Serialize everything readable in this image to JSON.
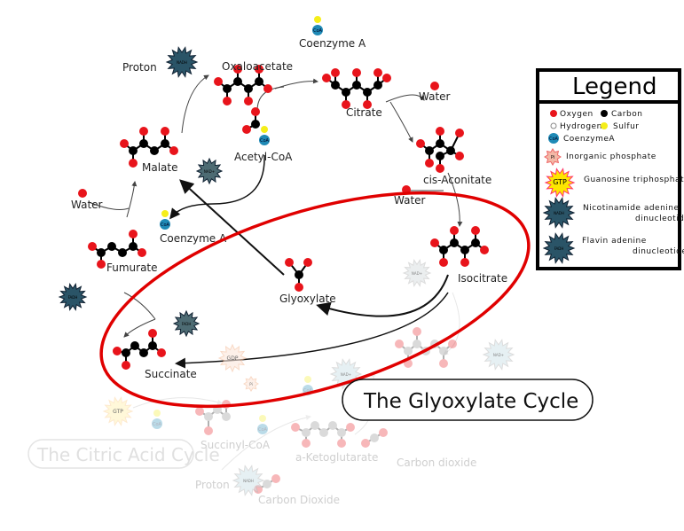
{
  "title": "The Glyoxylate Cycle",
  "faded_title": "The Citric Acid Cycle",
  "molecules": {
    "proton": "Proton",
    "oxaloacetate": "Oxaloacetate",
    "coenzyme_a_top": "Coenzyme A",
    "citrate": "Citrate",
    "water_top": "Water",
    "malate": "Malate",
    "acetyl_coa": "Acetyl-CoA",
    "cis_aconitate": "cis-Aconitate",
    "water_left": "Water",
    "water_mid": "Water",
    "coenzyme_a_left": "Coenzyme A",
    "fumurate": "Fumurate",
    "glyoxylate": "Glyoxylate",
    "isocitrate": "Isocitrate",
    "succinate": "Succinate"
  },
  "faded_molecules": {
    "succinyl_coa": "Succinyl-CoA",
    "a_ketoglutarate": "a-Ketoglutarate",
    "carbon_dioxide_right": "Carbon dioxide",
    "proton": "Proton",
    "carbon_dioxide_bottom": "Carbon Dioxide"
  },
  "badges": {
    "nadh": "NADH",
    "fadh": "FADH",
    "gtp": "GTP",
    "gdp": "GDP",
    "pi": "Pi",
    "coa": "CoA",
    "nad": "NAD+"
  },
  "legend": {
    "title": "Legend",
    "items": {
      "oxygen": "Oxygen",
      "carbon": "Carbon",
      "hydrogen": "Hydrogen",
      "sulfur": "Sulfur",
      "coenzyme": "CoenzymeA",
      "phosphate": "Inorganic phosphate",
      "gtp": "Guanosine triphosphate",
      "nad_1": "Nicotinamide adenine",
      "nad_2": "dinucleotide",
      "fad_1": "Flavin adenine",
      "fad_2": "dinucleotide"
    }
  },
  "colors": {
    "oxygen": "#e8141b",
    "carbon": "#000000",
    "sulfur": "#f5ee1a",
    "coa": "#1f8ab6",
    "nad": "#2a5467",
    "highlight": "#e00000"
  }
}
